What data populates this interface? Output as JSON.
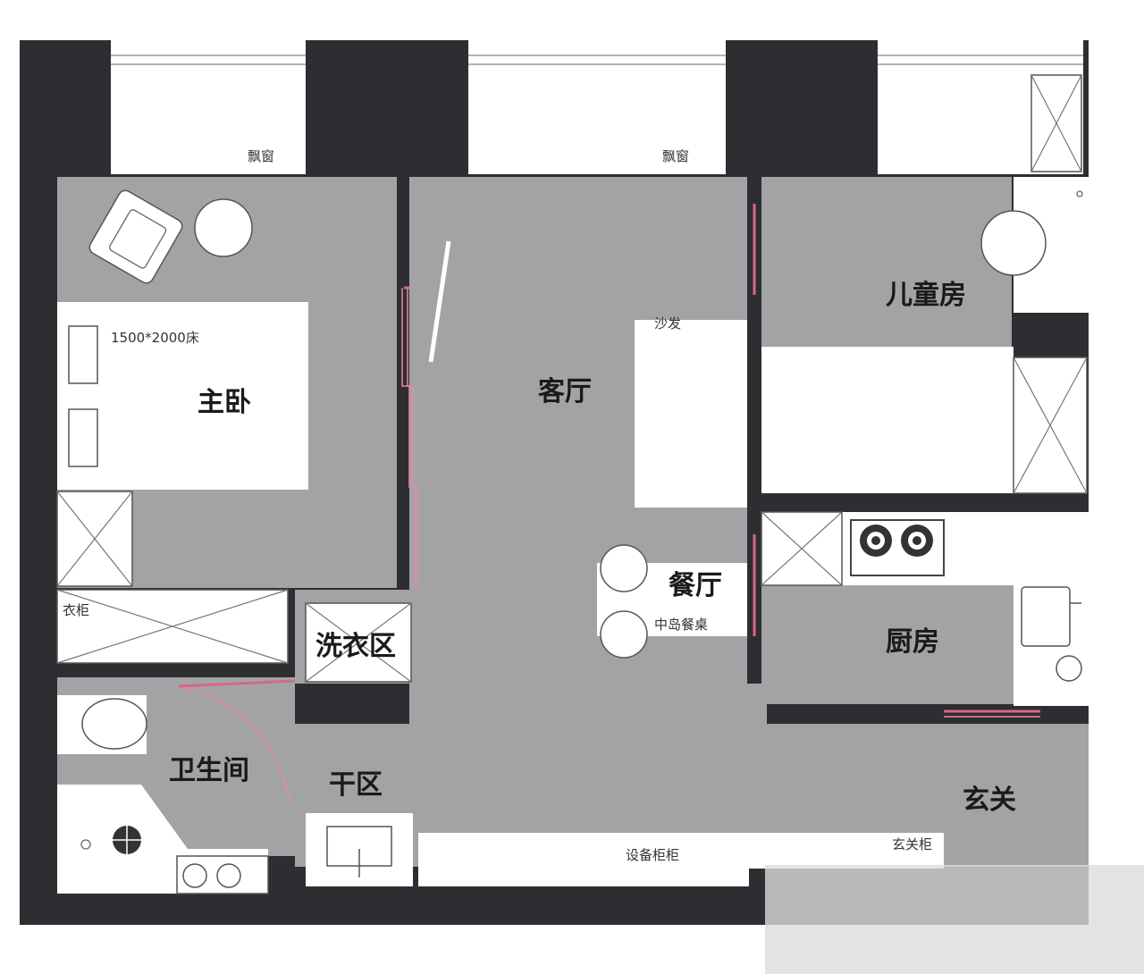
{
  "rooms": {
    "master_bedroom": "主卧",
    "living_room": "客厅",
    "children_room": "儿童房",
    "dining_room": "餐厅",
    "kitchen": "厨房",
    "laundry_area": "洗衣区",
    "bathroom": "卫生间",
    "dry_area": "干区",
    "entrance": "玄关"
  },
  "furniture_labels": {
    "bay_window_left": "飘窗",
    "bay_window_mid": "飘窗",
    "bed_size": "1500*2000床",
    "wardrobe": "衣柜",
    "sofa": "沙发",
    "island_table": "中岛餐桌",
    "equipment_cabinet": "设备柜柜",
    "entrance_cabinet": "玄关柜"
  },
  "colors": {
    "wall": "#2e2d31",
    "floor": "#a3a3a5",
    "furniture": "#ffffff",
    "door": "#d7668a"
  }
}
